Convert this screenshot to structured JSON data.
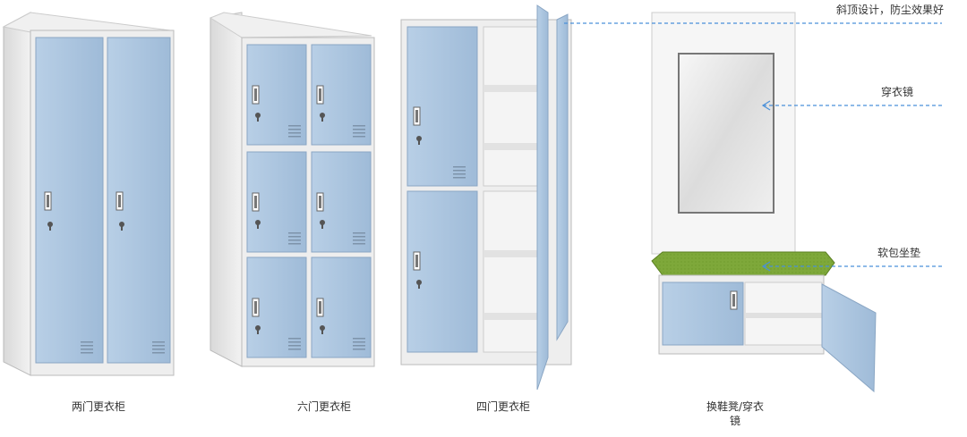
{
  "products": [
    {
      "id": "two-door",
      "caption": "两门更衣柜"
    },
    {
      "id": "six-door",
      "caption": "六门更衣柜"
    },
    {
      "id": "four-door",
      "caption": "四门更衣柜"
    },
    {
      "id": "shoe-bench",
      "caption": "换鞋凳/穿衣镜"
    }
  ],
  "callouts": {
    "slanted_top": "斜顶设计，防尘效果好",
    "mirror": "穿衣镜",
    "cushion": "软包坐垫"
  },
  "colors": {
    "door_blue": "#a9c3de",
    "frame_grey": "#e8e8e8",
    "cushion_green": "#7ea83a",
    "callout_line": "#4a90d9"
  }
}
